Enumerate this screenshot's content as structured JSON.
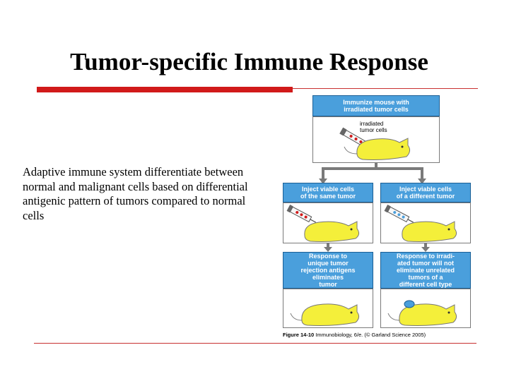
{
  "slide": {
    "title": "Tumor-specific Immune Response",
    "body": "Adaptive immune system differentiate between normal and malignant cells based on differential antigenic pattern of tumors compared to normal cells"
  },
  "figure": {
    "top_header": "Immunize mouse with\nirradiated tumor cells",
    "irradiated_label": "irradiated\ntumor cells",
    "left_header_2": "Inject viable cells\nof the same tumor",
    "right_header_2": "Inject viable cells\nof a different tumor",
    "left_header_3": "Response to\nunique tumor\nrejection antigens\neliminates\ntumor",
    "right_header_3": "Response to irradi-\nated tumor will not\neliminate unrelated\ntumors of a\ndifferent cell type",
    "caption_bold": "Figure 14-10",
    "caption_rest": " Immunobiology, 6/e. (© Garland Science 2005)",
    "colors": {
      "header_blue": "#4a9fdc",
      "mouse_yellow": "#f4ef3a",
      "accent_red": "#d11a1a"
    }
  }
}
